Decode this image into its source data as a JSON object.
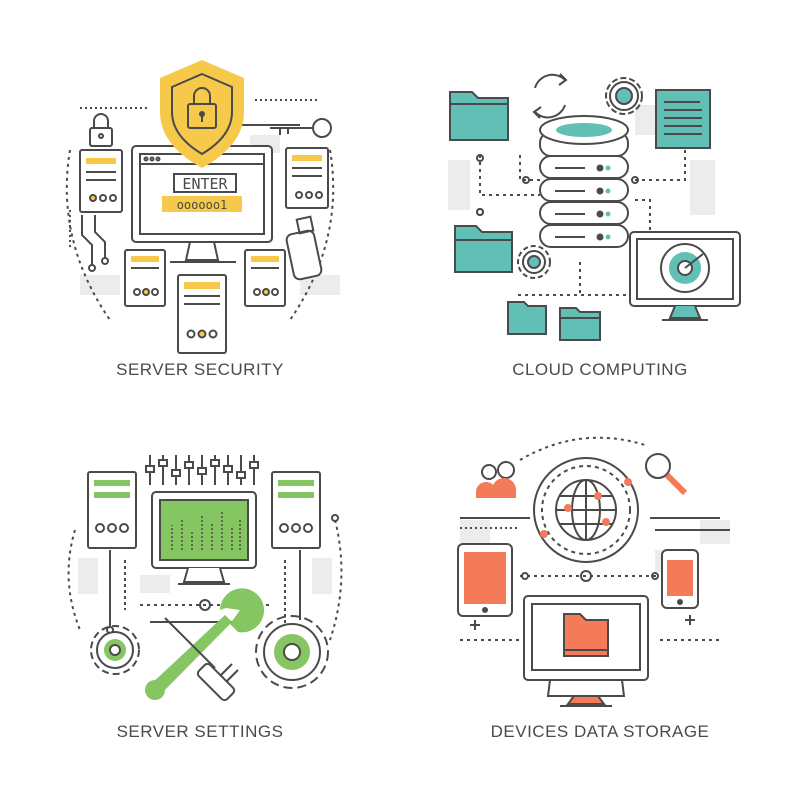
{
  "colors": {
    "line": "#4a4a4a",
    "light_gray": "#ececec",
    "security_accent": "#f7c94a",
    "cloud_accent": "#62bfb6",
    "settings_accent": "#86c662",
    "storage_accent": "#f47b5a"
  },
  "panels": {
    "server_security": {
      "title": "SERVER SECURITY",
      "screen_button": "ENTER",
      "password_mask": "oooooo1",
      "icons": [
        "shield-lock-icon",
        "padlock-icon",
        "key-icon",
        "usb-drive-icon",
        "server-icon",
        "monitor-icon"
      ]
    },
    "cloud_computing": {
      "title": "CLOUD COMPUTING",
      "icons": [
        "folder-icon",
        "sync-icon",
        "gear-icon",
        "document-icon",
        "database-icon",
        "monitor-icon"
      ]
    },
    "server_settings": {
      "title": "SERVER SETTINGS",
      "icons": [
        "slider-controls-icon",
        "server-icon",
        "monitor-icon",
        "gear-icon",
        "wrench-icon",
        "screwdriver-icon"
      ]
    },
    "devices_data_storage": {
      "title": "DEVICES DATA STORAGE",
      "icons": [
        "users-icon",
        "globe-icon",
        "magnifier-icon",
        "tablet-icon",
        "smartphone-icon",
        "monitor-icon",
        "folder-icon"
      ]
    }
  }
}
